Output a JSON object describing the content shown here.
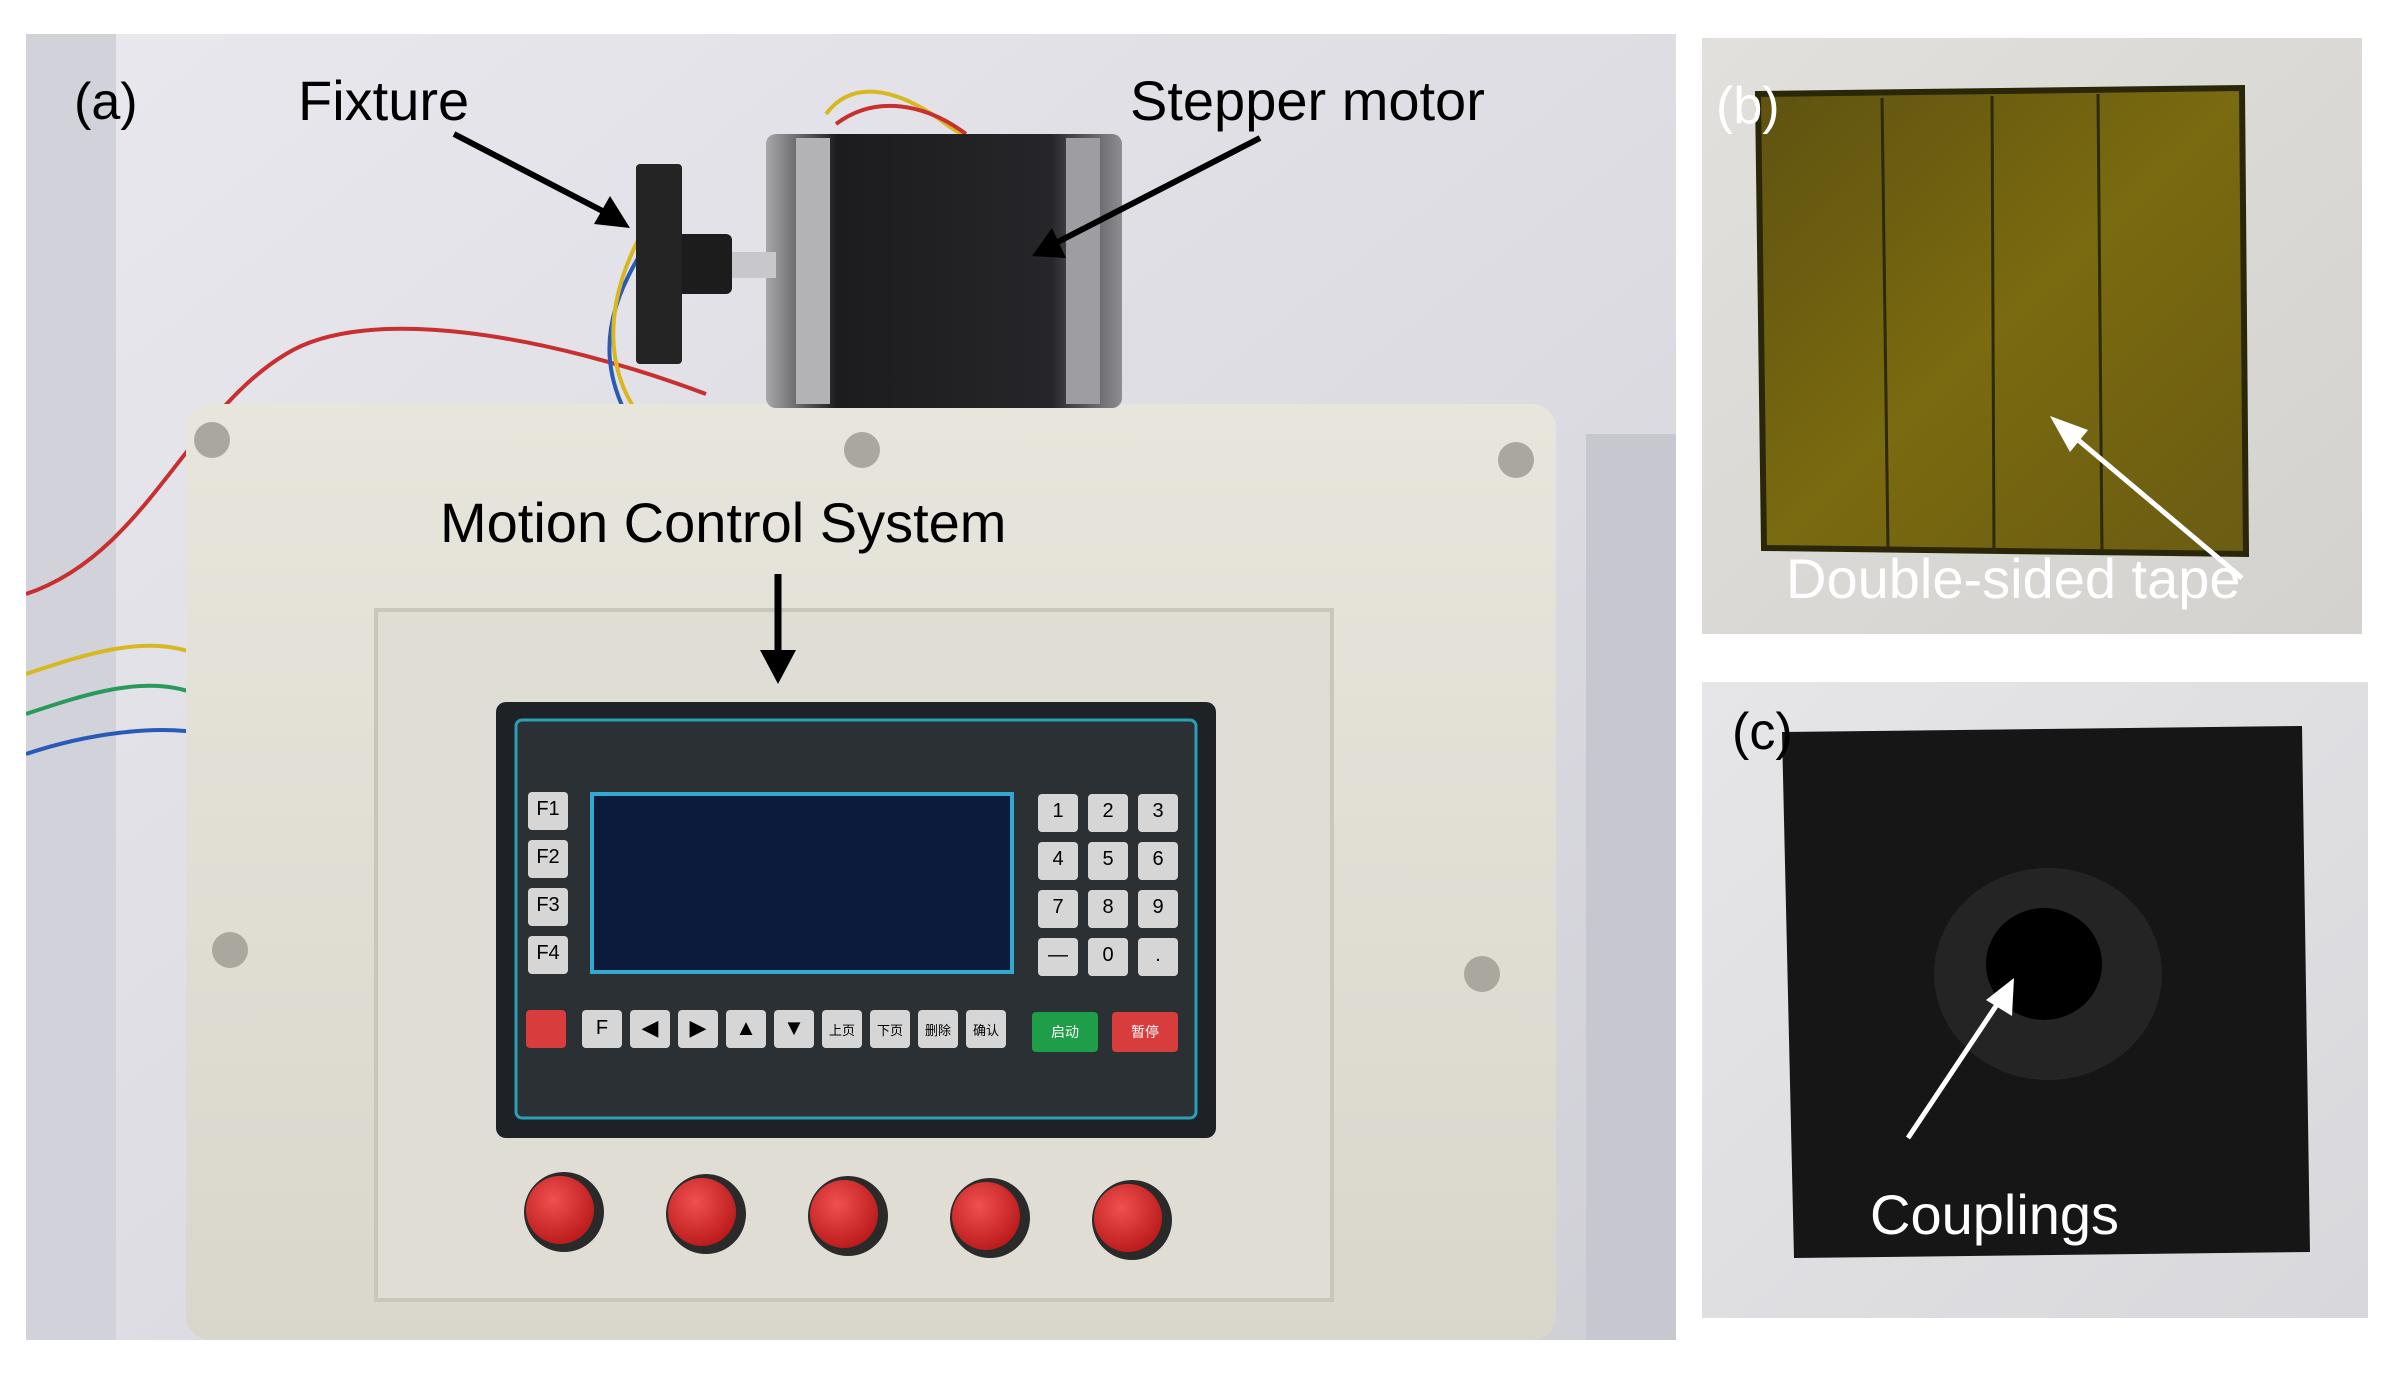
{
  "figure": {
    "panel_a": {
      "label": "(a)",
      "annotations": {
        "fixture": "Fixture",
        "stepper_motor": "Stepper motor",
        "motion_control_system": "Motion Control System"
      },
      "keypad": {
        "function_keys": [
          "F1",
          "F2",
          "F3",
          "F4"
        ],
        "number_keys": [
          "1",
          "2",
          "3",
          "4",
          "5",
          "6",
          "7",
          "8",
          "9",
          "—",
          "0",
          "."
        ],
        "bottom_keys": [
          "F",
          "上页",
          "下页",
          "删除",
          "确认"
        ],
        "start_key": "启动",
        "stop_key": "暂停"
      }
    },
    "panel_b": {
      "label": "(b)",
      "annotation": "Double-sided tape"
    },
    "panel_c": {
      "label": "(c)",
      "annotation": "Couplings"
    },
    "colors": {
      "tape_yellow": "#7a6a10",
      "enclosure": "#e4e2d8",
      "button_red": "#d82a2a",
      "lcd_blue": "#0c1a3c",
      "print_black": "#161616"
    }
  }
}
